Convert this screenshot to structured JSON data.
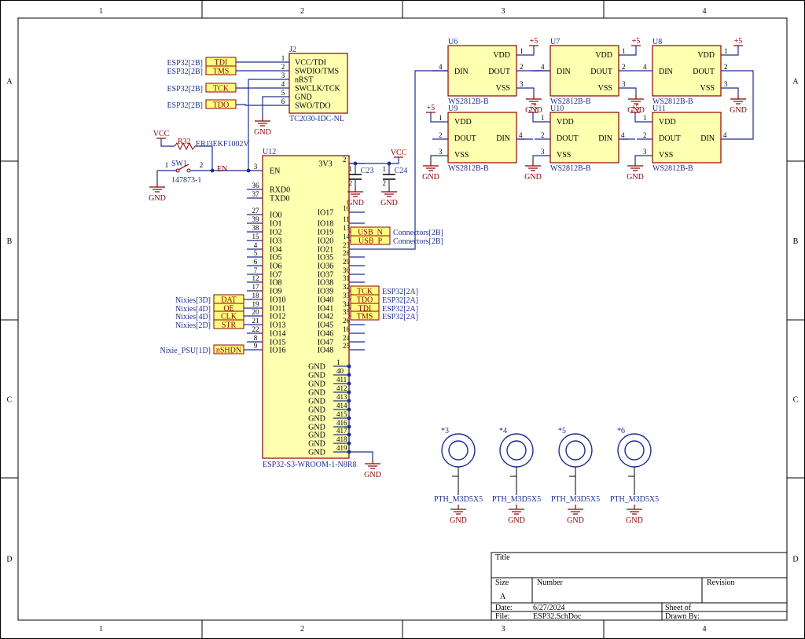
{
  "frame": {
    "columns": [
      "1",
      "2",
      "3",
      "4"
    ],
    "rows": [
      "A",
      "B",
      "C",
      "D"
    ]
  },
  "j2": {
    "ref": "J2",
    "part": "TC2030-IDC-NL",
    "pins": [
      {
        "num": "1",
        "name": "VCC/TDI"
      },
      {
        "num": "2",
        "name": "SWDIO/TMS"
      },
      {
        "num": "3",
        "name": "nRST"
      },
      {
        "num": "4",
        "name": "SWCLK/TCK"
      },
      {
        "num": "5",
        "name": "GND"
      },
      {
        "num": "6",
        "name": "SWO/TDO"
      }
    ],
    "ports": [
      {
        "sheet": "ESP32[2B]",
        "net": "TDI"
      },
      {
        "sheet": "ESP32[2B]",
        "net": "TMS"
      },
      {
        "sheet": "ESP32[2B]",
        "net": "TCK"
      },
      {
        "sheet": "ESP32[2B]",
        "net": "TDO"
      }
    ]
  },
  "reset": {
    "r_ref": "R32",
    "r_part": "ERJ3EKF1002V",
    "sw_ref": "SW1",
    "sw_part": "147873-1",
    "sw_pin1": "1",
    "sw_pin2": "2",
    "net": "EN"
  },
  "power": {
    "vcc": "VCC",
    "gnd": "GND",
    "plus5": "+5"
  },
  "caps": [
    {
      "ref": "C23",
      "pin1": "1",
      "pin2": "2"
    },
    {
      "ref": "C24",
      "pin1": "1",
      "pin2": "2"
    }
  ],
  "u12": {
    "ref": "U12",
    "part": "ESP32-S3-WROOM-1-N8R8",
    "left_pins": [
      {
        "num": "3",
        "name": "EN"
      },
      {
        "num": "36",
        "name": "RXD0"
      },
      {
        "num": "37",
        "name": "TXD0"
      },
      {
        "num": "27",
        "name": "IO0"
      },
      {
        "num": "39",
        "name": "IO1"
      },
      {
        "num": "38",
        "name": "IO2"
      },
      {
        "num": "15",
        "name": "IO3"
      },
      {
        "num": "4",
        "name": "IO4"
      },
      {
        "num": "5",
        "name": "IO5"
      },
      {
        "num": "6",
        "name": "IO6"
      },
      {
        "num": "7",
        "name": "IO7"
      },
      {
        "num": "12",
        "name": "IO8"
      },
      {
        "num": "17",
        "name": "IO9"
      },
      {
        "num": "18",
        "name": "IO10"
      },
      {
        "num": "19",
        "name": "IO11"
      },
      {
        "num": "20",
        "name": "IO12"
      },
      {
        "num": "21",
        "name": "IO13"
      },
      {
        "num": "22",
        "name": "IO14"
      },
      {
        "num": "8",
        "name": "IO15"
      },
      {
        "num": "9",
        "name": "IO16"
      }
    ],
    "right_pins": [
      {
        "num": "2",
        "name": "3V3"
      },
      {
        "num": "10",
        "name": "IO17"
      },
      {
        "num": "11",
        "name": "IO18"
      },
      {
        "num": "13",
        "name": "IO19"
      },
      {
        "num": "14",
        "name": "IO20"
      },
      {
        "num": "23",
        "name": "IO21"
      },
      {
        "num": "28",
        "name": "IO35"
      },
      {
        "num": "29",
        "name": "IO36"
      },
      {
        "num": "30",
        "name": "IO37"
      },
      {
        "num": "31",
        "name": "IO38"
      },
      {
        "num": "32",
        "name": "IO39"
      },
      {
        "num": "33",
        "name": "IO40"
      },
      {
        "num": "34",
        "name": "IO41"
      },
      {
        "num": "35",
        "name": "IO42"
      },
      {
        "num": "26",
        "name": "IO45"
      },
      {
        "num": "16",
        "name": "IO46"
      },
      {
        "num": "24",
        "name": "IO47"
      },
      {
        "num": "25",
        "name": "IO48"
      }
    ],
    "gnd_pins": [
      "1",
      "40",
      "41",
      "41",
      "41",
      "41",
      "41",
      "41",
      "41",
      "41",
      "41"
    ],
    "gnd_pin_suffix": [
      "",
      "",
      "1",
      "2",
      "3",
      "4",
      "5",
      "6",
      "7",
      "8",
      "9"
    ],
    "gnd_name": "GND"
  },
  "left_ports": [
    {
      "sheet": "Nixies[3D]",
      "net": "DAT"
    },
    {
      "sheet": "Nixies[4D]",
      "net": "OE"
    },
    {
      "sheet": "Nixies[4D]",
      "net": "CLK"
    },
    {
      "sheet": "Nixies[2D]",
      "net": "STR"
    },
    {
      "sheet": "Nixie_PSU[1D]",
      "net": "nSHDN"
    }
  ],
  "right_ports": [
    {
      "net": "USB_N",
      "sheet": "Connectors[2B]"
    },
    {
      "net": "USB_P",
      "sheet": "Connectors[2B]"
    },
    {
      "net": "TCK",
      "sheet": "ESP32[2A]"
    },
    {
      "net": "TDO",
      "sheet": "ESP32[2A]"
    },
    {
      "net": "TDI",
      "sheet": "ESP32[2A]"
    },
    {
      "net": "TMS",
      "sheet": "ESP32[2A]"
    }
  ],
  "leds": [
    {
      "ref": "U6",
      "part": "WS2812B-B"
    },
    {
      "ref": "U7",
      "part": "WS2812B-B"
    },
    {
      "ref": "U8",
      "part": "WS2812B-B"
    },
    {
      "ref": "U9",
      "part": "WS2812B-B"
    },
    {
      "ref": "U10",
      "part": "WS2812B-B"
    },
    {
      "ref": "U11",
      "part": "WS2812B-B"
    }
  ],
  "led_pins": {
    "vdd": "VDD",
    "din": "DIN",
    "dout": "DOUT",
    "vss": "VSS",
    "n1": "1",
    "n2": "2",
    "n3": "3",
    "n4": "4"
  },
  "holes": [
    {
      "ref": "*3",
      "part": "PTH_M3D5X5"
    },
    {
      "ref": "*4",
      "part": "PTH_M3D5X5"
    },
    {
      "ref": "*5",
      "part": "PTH_M3D5X5"
    },
    {
      "ref": "*6",
      "part": "PTH_M3D5X5"
    }
  ],
  "titleblock": {
    "title_label": "Title",
    "size_label": "Size",
    "size_value": "A",
    "number_label": "Number",
    "revision_label": "Revision",
    "date_label": "Date:",
    "date_value": "6/27/2024",
    "file_label": "File:",
    "file_value": "ESP32.SchDoc",
    "sheet_label": "Sheet   of",
    "drawn_label": "Drawn By:"
  },
  "colors": {
    "wire": "#1f2f8f",
    "body": "#ffffb0",
    "body_border": "#8b0000",
    "port": "#ffff80",
    "power": "#8b0000"
  }
}
